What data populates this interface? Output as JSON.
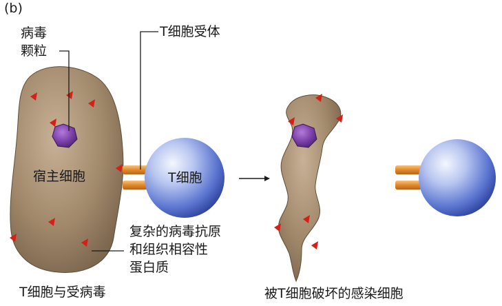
{
  "panel_letter": "(b)",
  "labels": {
    "virus_particle": [
      "病毒",
      "颗粒"
    ],
    "t_cell_receptor": "T细胞受体",
    "host_cell": "宿主细胞",
    "t_cell": "T细胞",
    "antigen_mhc": [
      "复杂的病毒抗原",
      "和组织相容性",
      "蛋白质"
    ]
  },
  "captions": {
    "left": "T细胞与受病毒",
    "right": "被T细胞破坏的感染细胞"
  },
  "colors": {
    "host_cell": "#a0876a",
    "host_cell_dark": "#6e5a44",
    "virus": "#7a3ea8",
    "antigen": "#d42016",
    "receptor": "#e08a2c",
    "t_cell": "#4a66c8",
    "t_cell_light": "#e6ecfa"
  }
}
